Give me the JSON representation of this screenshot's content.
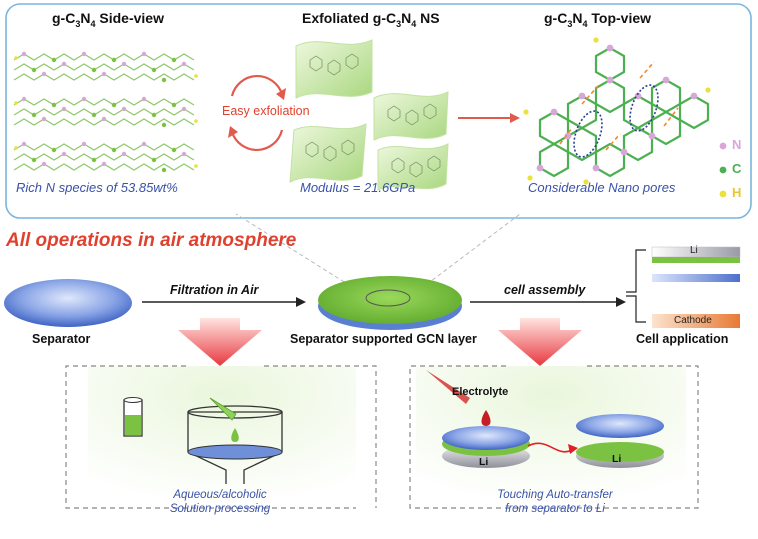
{
  "top_panel": {
    "side_view": {
      "title_prefix": "g-C",
      "title_sub1": "3",
      "title_mid": "N",
      "title_sub2": "4",
      "title_suffix": " Side-view",
      "caption": "Rich N species of 53.85wt%"
    },
    "exfoliated": {
      "title_prefix": "Exfoliated g-C",
      "title_sub1": "3",
      "title_mid": "N",
      "title_sub2": "4",
      "title_suffix": " NS",
      "caption": "Modulus = 21.6GPa",
      "arrow_label": "Easy exfoliation"
    },
    "top_view": {
      "title_prefix": "g-C",
      "title_sub1": "3",
      "title_mid": "N",
      "title_sub2": "4",
      "title_suffix": " Top-view",
      "caption": "Considerable Nano pores"
    },
    "legend": [
      {
        "label": "N",
        "color": "#d9a6d9"
      },
      {
        "label": "C",
        "color": "#4caf50"
      },
      {
        "label": "H",
        "color": "#e8e23a"
      }
    ]
  },
  "banner": "All operations in air atmosphere",
  "process": {
    "separator_label": "Separator",
    "filtration_label": "Filtration in Air",
    "gcn_label": "Separator supported GCN layer",
    "assembly_label": "cell assembly",
    "cell_label": "Cell application",
    "li_label": "Li",
    "cathode_label": "Cathode"
  },
  "bottom_left": {
    "caption_line1": "Aqueous/alcoholic",
    "caption_line2": "Solution processing"
  },
  "bottom_right": {
    "electrolyte_label": "Electrolyte",
    "li_left": "Li",
    "li_right": "Li",
    "caption_line1": "Touching Auto-transfer",
    "caption_line2": "from separator to Li"
  },
  "colors": {
    "panel_border": "#7ab6dc",
    "green": "#7cc242",
    "blue": "#5b7fd0",
    "red": "#e0412e",
    "caption_blue": "#3a52a8"
  }
}
